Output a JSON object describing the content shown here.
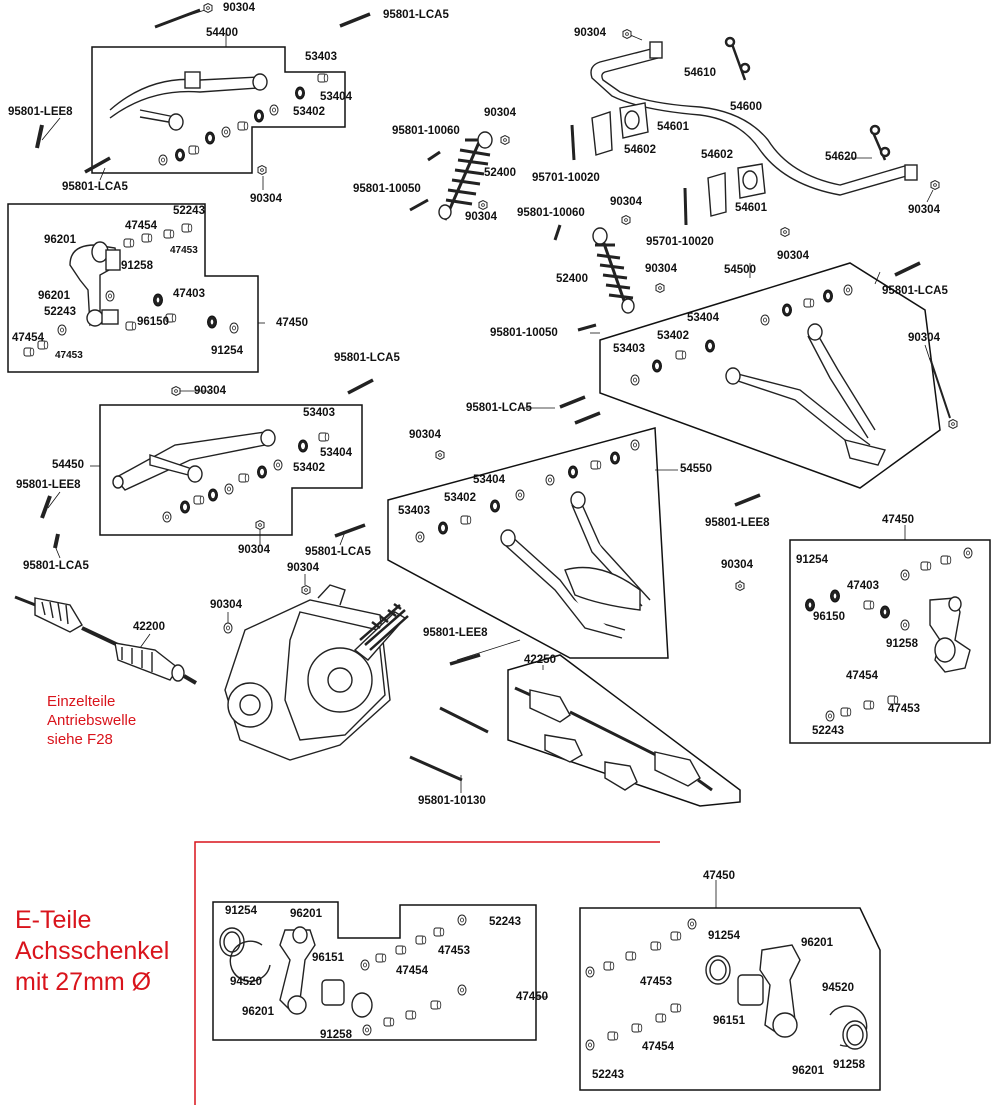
{
  "notes": {
    "drive_shaft": [
      "Einzelteile",
      "Antriebswelle",
      "siehe F28"
    ],
    "spare_parts": [
      "E-Teile",
      "Achsschenkel",
      "mit 27mm Ø"
    ]
  },
  "part_numbers": {
    "p90304": "90304",
    "p95801_lca5": "95801-LCA5",
    "p54400": "54400",
    "p53403": "53403",
    "p53404": "53404",
    "p53402": "53402",
    "p95801_lee8": "95801-LEE8",
    "p52243": "52243",
    "p47454": "47454",
    "p47453": "47453",
    "p96201": "96201",
    "p91258": "91258",
    "p47403": "47403",
    "p96150": "96150",
    "p47450": "47450",
    "p91254": "91254",
    "p54450": "54450",
    "p42200": "42200",
    "p95801_10060": "95801-10060",
    "p52400": "52400",
    "p95801_10050": "95801-10050",
    "p54610": "54610",
    "p54600": "54600",
    "p54601": "54601",
    "p54602": "54602",
    "p54620": "54620",
    "p95701_10020": "95701-10020",
    "p54500": "54500",
    "p54550": "54550",
    "p42250": "42250",
    "p95801_10130": "95801-10130",
    "p96151": "96151",
    "p94520": "94520"
  }
}
